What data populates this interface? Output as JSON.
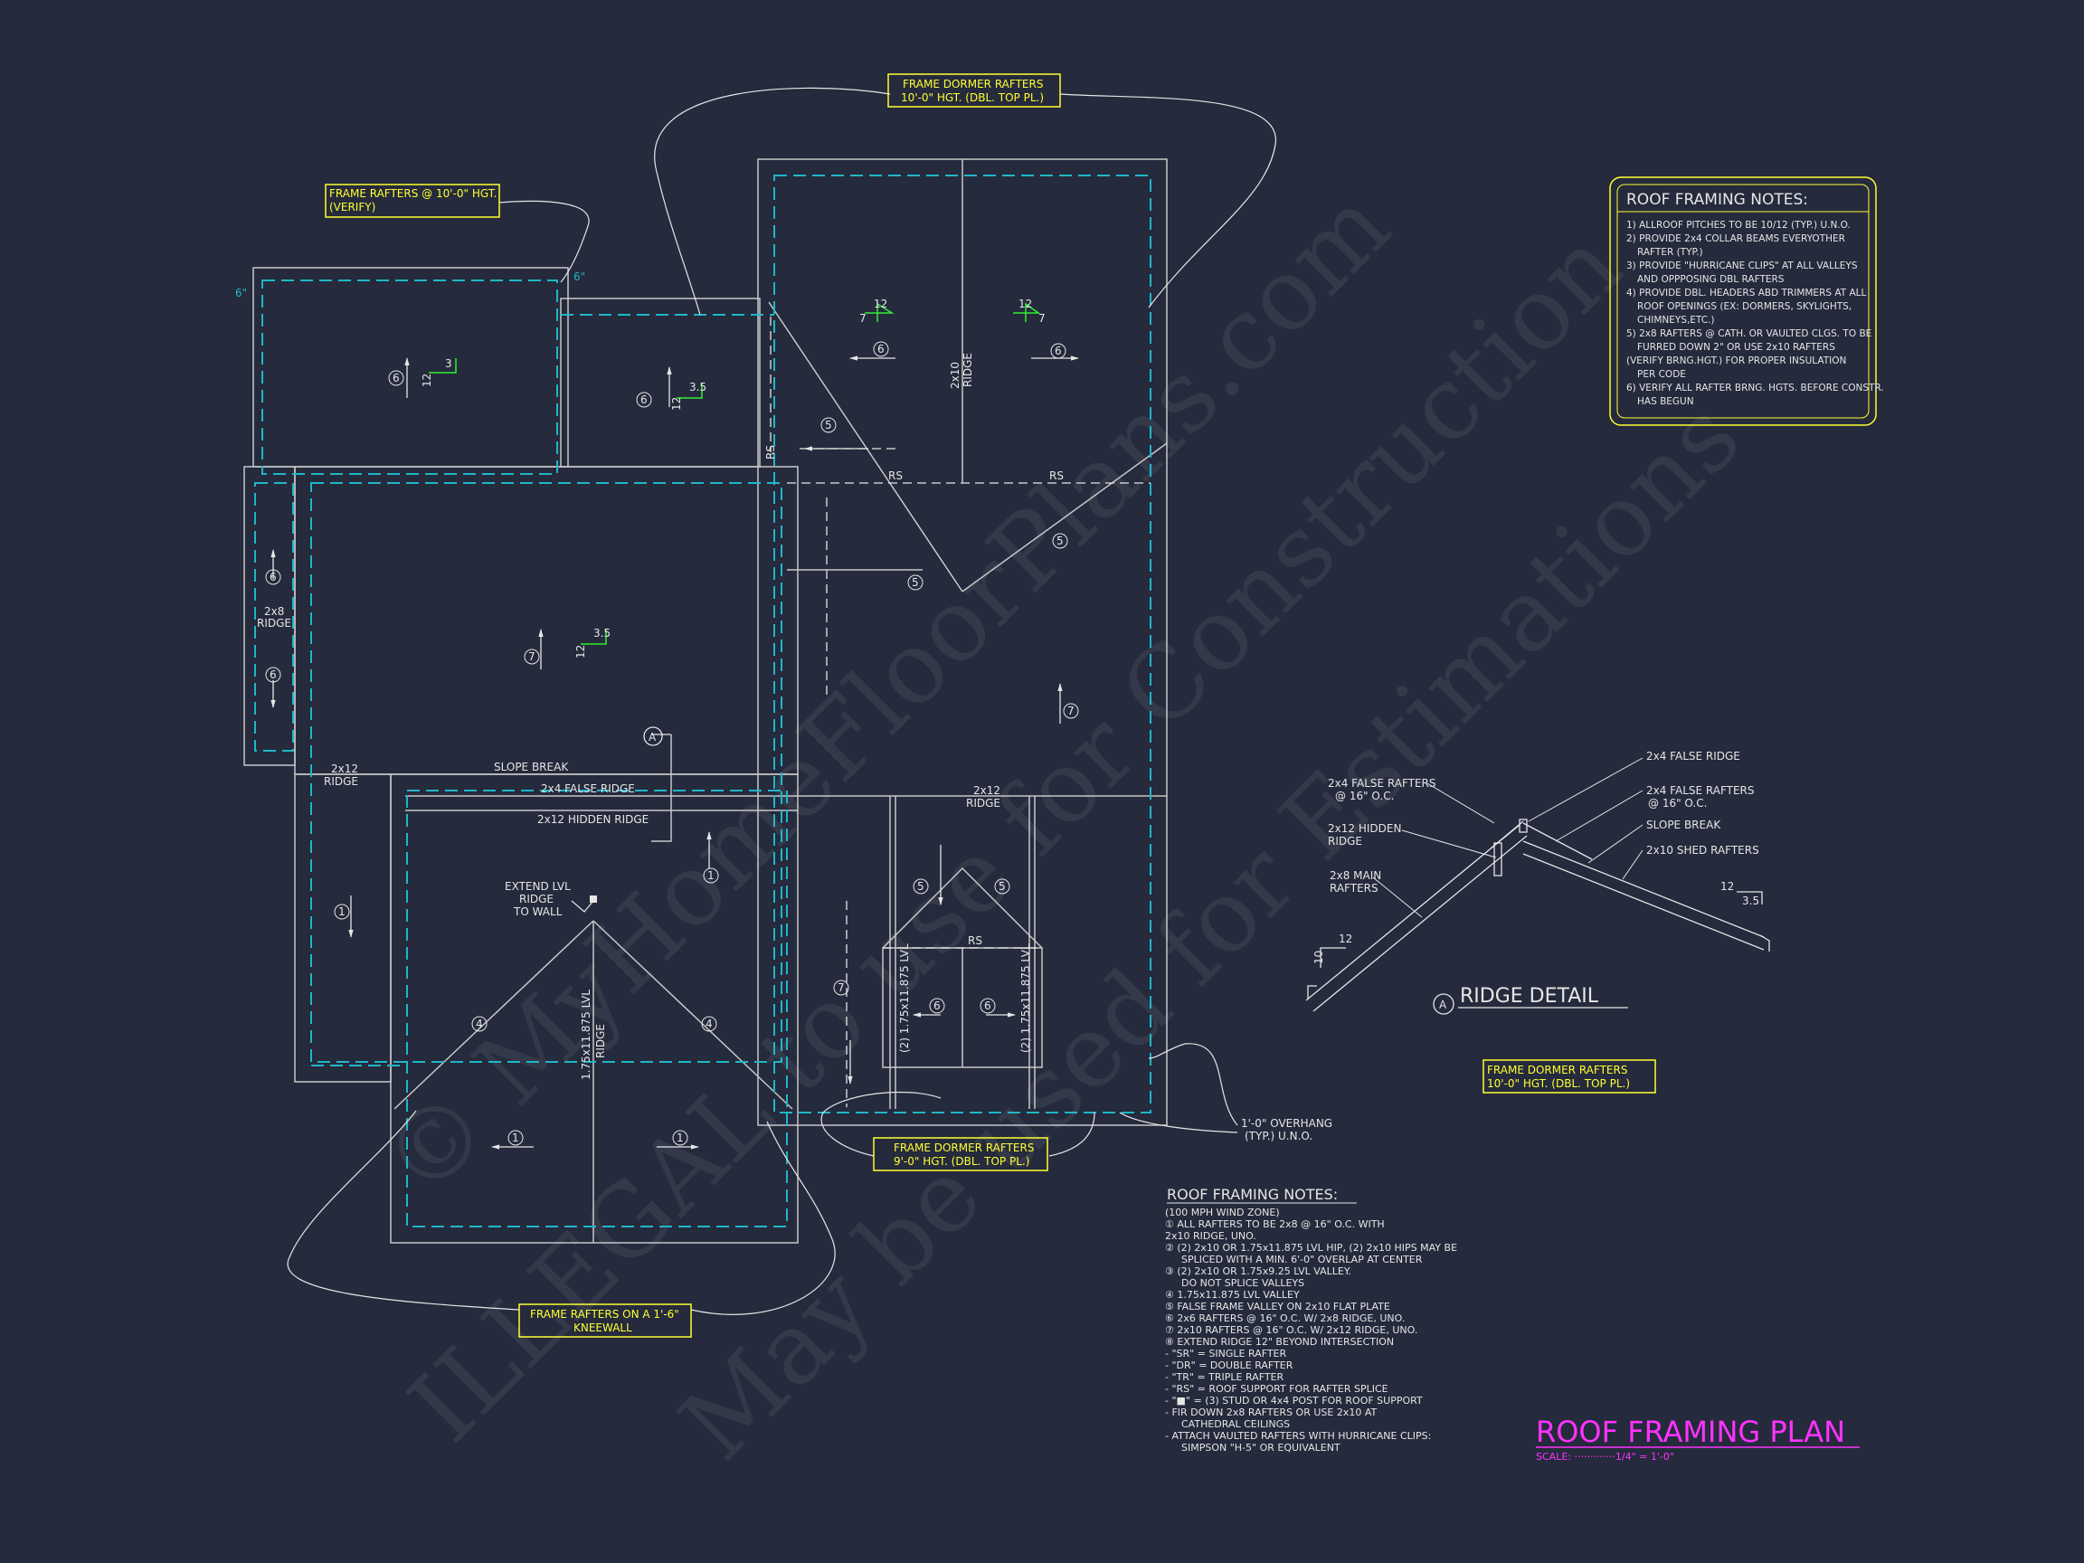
{
  "colors": {
    "background": "#252a3c",
    "wall_line": "#c8c8c8",
    "eave_dashed": "#1fb7c8",
    "callout_yellow": "#ffff33",
    "title_magenta": "#ff33ff",
    "pitch_green": "#33ee33"
  },
  "watermark": {
    "line1": "© MyHomeFloorPlans.com",
    "line2": "ILLEGAL to use for Construction",
    "line3": "May be used for Estimations"
  },
  "callouts": {
    "dormer_top": [
      "FRAME DORMER RAFTERS",
      "10'-0\" HGT. (DBL. TOP PL.)"
    ],
    "rafters_left": [
      "FRAME RAFTERS @ 10'-0\" HGT.",
      "(VERIFY)"
    ],
    "dormer_bottom": [
      "FRAME DORMER RAFTERS",
      "9'-0\" HGT. (DBL. TOP PL.)"
    ],
    "kneewall": [
      "FRAME RAFTERS ON A 1'-6\"",
      "KNEEWALL"
    ],
    "dormer_detail": [
      "FRAME DORMER RAFTERS",
      "10'-0\" HGT. (DBL. TOP PL.)"
    ]
  },
  "plan_labels": {
    "rs": "RS",
    "ridge_2x10": [
      "2x10",
      "RIDGE"
    ],
    "ridge_2x8": [
      "2x8",
      "RIDGE"
    ],
    "ridge_2x12_left": [
      "2x12",
      "RIDGE"
    ],
    "ridge_2x12_mid": [
      "2x12",
      "RIDGE"
    ],
    "slope_break": "SLOPE BREAK",
    "false_ridge": "2x4 FALSE RIDGE",
    "hidden_ridge": "2x12 HIDDEN RIDGE",
    "extend_lvl": [
      "EXTEND LVL",
      "RIDGE",
      "TO WALL"
    ],
    "lvl_ridge": [
      "1.75x11.875 LVL",
      "RIDGE"
    ],
    "lvl_left": "(2) 1.75x11.875 LVL",
    "lvl_right": "(2) 1.75x11.875 LVL",
    "overhang": [
      "1'-0\" OVERHANG",
      "(TYP.) U.N.O."
    ],
    "overhang_dim": "6\"",
    "section_marker": "A",
    "pitch_rise": "12"
  },
  "pitches": [
    "12",
    "3",
    "3.5",
    "7"
  ],
  "circled_numbers": [
    "1",
    "4",
    "5",
    "6",
    "7"
  ],
  "notes_box": {
    "title": "ROOF FRAMING NOTES:",
    "lines": [
      "1) ALLROOF PITCHES TO BE 10/12 (TYP.) U.N.O.",
      "2) PROVIDE 2x4 COLLAR BEAMS EVERYOTHER",
      "RAFTER (TYP.)",
      "3) PROVIDE \"HURRICANE CLIPS\" AT ALL VALLEYS",
      "AND OPPPOSING DBL RAFTERS",
      "4) PROVIDE DBL. HEADERS ABD TRIMMERS AT ALL",
      "ROOF OPENINGS (EX: DORMERS, SKYLIGHTS,",
      "CHIMNEYS,ETC.)",
      "5) 2x8 RAFTERS @ CATH. OR VAULTED CLGS. TO BE",
      "FURRED DOWN 2\" OR USE 2x10 RAFTERS",
      "(VERIFY BRNG.HGT.) FOR PROPER INSULATION",
      "PER CODE",
      "6) VERIFY ALL RAFTER BRNG. HGTS. BEFORE CONSTR.",
      "HAS BEGUN"
    ]
  },
  "ridge_detail": {
    "title": "RIDGE DETAIL",
    "marker": "A",
    "labels": {
      "false_rafters_left": [
        "2x4 FALSE RAFTERS",
        "@ 16\" O.C."
      ],
      "hidden_ridge": [
        "2x12 HIDDEN",
        "RIDGE"
      ],
      "main_rafters": [
        "2x8 MAIN",
        "RAFTERS"
      ],
      "false_ridge": "2x4 FALSE RIDGE",
      "false_rafters_right": [
        "2x4 FALSE RAFTERS",
        "@ 16\" O.C."
      ],
      "slope_break": "SLOPE BREAK",
      "shed_rafters": "2x10 SHED RAFTERS"
    },
    "pitch_main": [
      "12",
      "10"
    ],
    "pitch_shed": [
      "12",
      "3.5"
    ]
  },
  "notes_bottom": {
    "title": "ROOF FRAMING NOTES:",
    "lines": [
      "(100 MPH WIND ZONE)",
      "① ALL RAFTERS TO BE 2x8 @ 16\" O.C. WITH",
      "2x10 RIDGE, UNO.",
      "② (2) 2x10 OR 1.75x11.875 LVL HIP, (2) 2x10 HIPS MAY BE",
      "SPLICED WITH A MIN. 6'-0\" OVERLAP AT CENTER",
      "③ (2) 2x10 OR 1.75x9.25 LVL VALLEY.",
      "DO NOT SPLICE VALLEYS",
      "④ 1.75x11.875 LVL VALLEY",
      "⑤ FALSE FRAME VALLEY ON 2x10 FLAT PLATE",
      "⑥ 2x6 RAFTERS @ 16\" O.C. W/ 2x8 RIDGE, UNO.",
      "⑦ 2x10 RAFTERS @ 16\" O.C. W/ 2x12 RIDGE, UNO.",
      "⑧ EXTEND RIDGE 12\" BEYOND INTERSECTION",
      "- \"SR\" = SINGLE RAFTER",
      "- \"DR\" = DOUBLE RAFTER",
      "- \"TR\" = TRIPLE RAFTER",
      "- \"RS\" = ROOF SUPPORT FOR RAFTER SPLICE",
      "- \"■\" = (3) STUD OR 4x4 POST FOR ROOF SUPPORT",
      "- FIR DOWN 2x8 RAFTERS OR USE 2x10 AT",
      "CATHEDRAL CEILINGS",
      "- ATTACH VAULTED RAFTERS WITH HURRICANE CLIPS:",
      "SIMPSON \"H-5\" OR EQUIVALENT"
    ]
  },
  "plan_title": {
    "title": "ROOF FRAMING PLAN",
    "scale": "SCALE: ·············1/4\" = 1'-0\""
  }
}
